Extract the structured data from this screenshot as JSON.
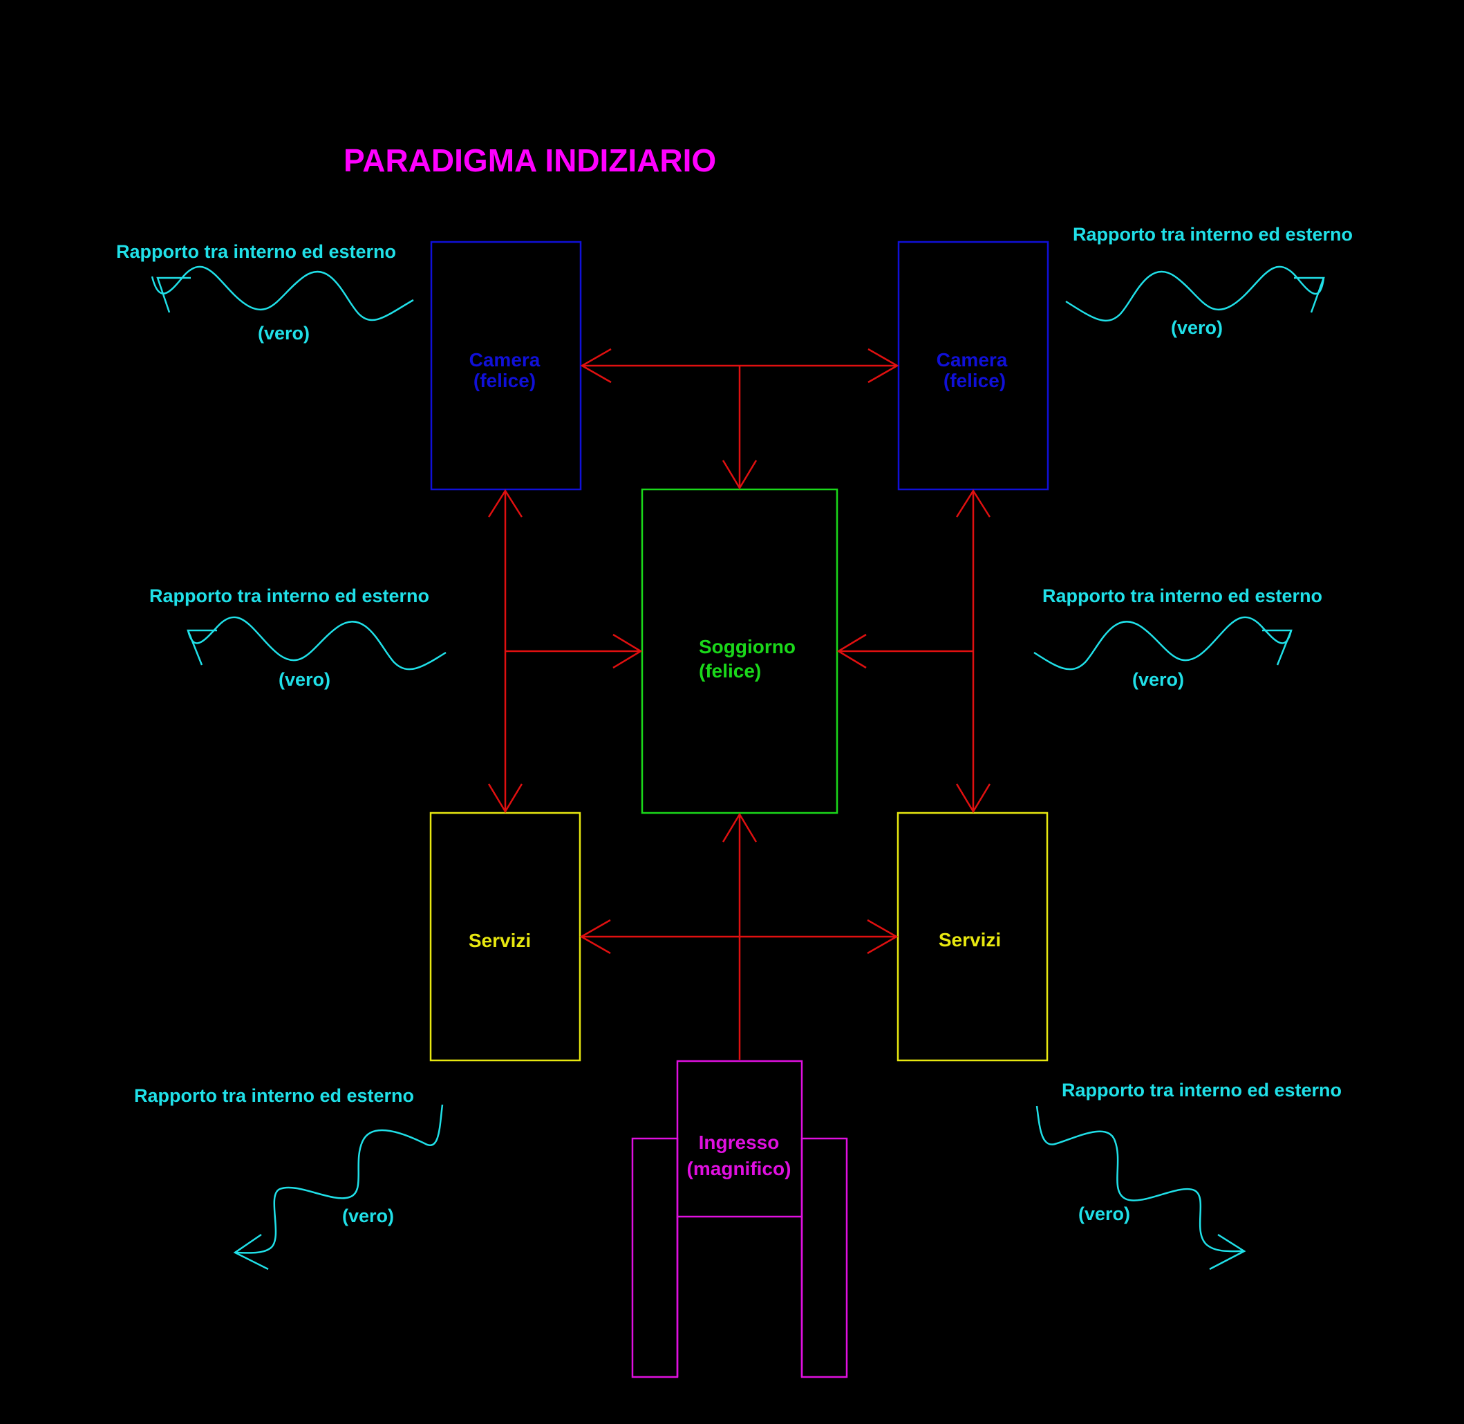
{
  "title": "PARADIGMA INDIZIARIO",
  "rooms": {
    "camera_left": {
      "name": "Camera",
      "quality": "(felice)"
    },
    "camera_right": {
      "name": "Camera",
      "quality": "(felice)"
    },
    "soggiorno": {
      "name": "Soggiorno",
      "quality": "(felice)"
    },
    "servizi_left": {
      "name": "Servizi"
    },
    "servizi_right": {
      "name": "Servizi"
    },
    "ingresso": {
      "name": "Ingresso",
      "quality": "(magnifico)"
    }
  },
  "relations": {
    "top_left": {
      "label": "Rapporto tra interno ed esterno",
      "note": "(vero)"
    },
    "top_right": {
      "label": "Rapporto tra interno ed esterno",
      "note": "(vero)"
    },
    "mid_left": {
      "label": "Rapporto tra interno ed esterno",
      "note": "(vero)"
    },
    "mid_right": {
      "label": "Rapporto tra interno ed esterno",
      "note": "(vero)"
    },
    "bottom_left": {
      "label": "Rapporto tra interno ed esterno",
      "note": "(vero)"
    },
    "bottom_right": {
      "label": "Rapporto tra interno ed esterno",
      "note": "(vero)"
    }
  },
  "colors": {
    "background": "#000000",
    "title": "#ff00ff",
    "camera": "#1010d8",
    "soggiorno": "#1ad81a",
    "servizi": "#e8e810",
    "ingresso": "#e010e0",
    "arrows": "#e01010",
    "relation": "#20e0e8"
  }
}
